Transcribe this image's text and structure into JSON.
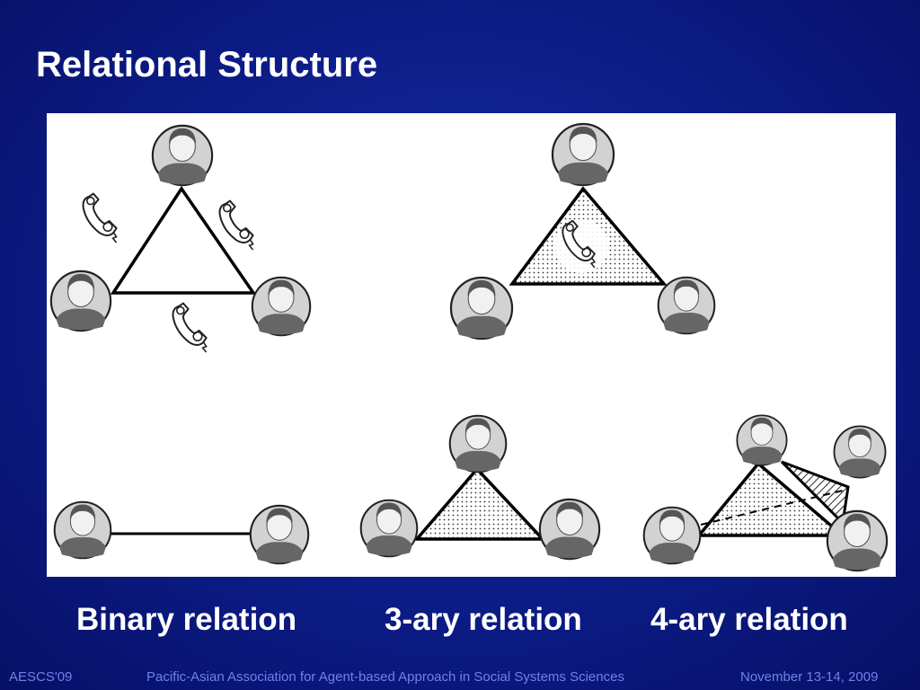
{
  "slide": {
    "title": "Relational Structure"
  },
  "captions": {
    "binary": "Binary relation",
    "ternary": "3-ary relation",
    "quaternary": "4-ary relation"
  },
  "footer": {
    "left": "AESCS'09",
    "center": "Pacific-Asian Association for Agent-based Approach in Social Systems Sciences",
    "right": "November 13-14, 2009"
  },
  "icons": {
    "person": "person-portrait-icon",
    "phone": "telephone-receiver-icon"
  },
  "colors": {
    "background": "#0c1c86",
    "text": "#ffffff",
    "footer_text": "#6f82e8",
    "panel": "#ffffff",
    "line": "#000000"
  }
}
